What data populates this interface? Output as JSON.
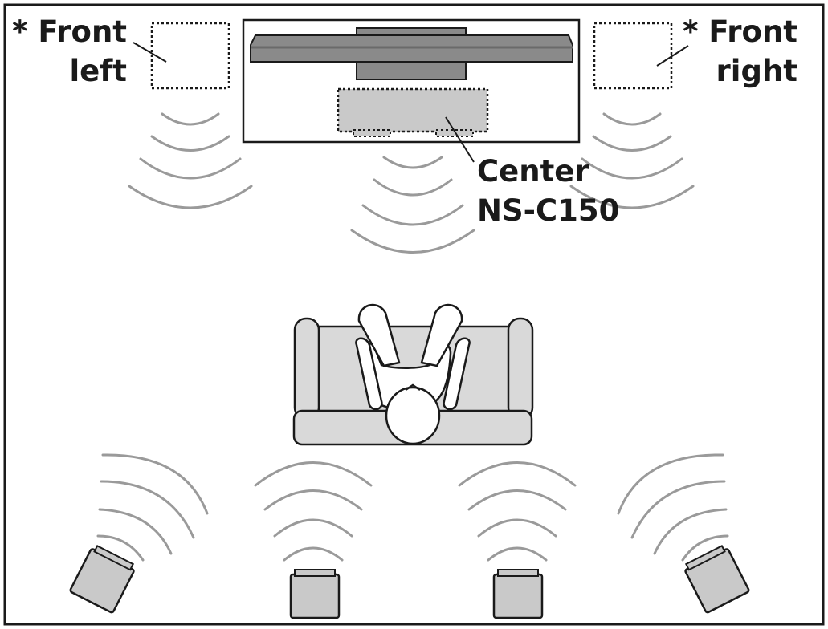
{
  "labels": {
    "front_left_line1": "* Front",
    "front_left_line2": "left",
    "front_right_line1": "* Front",
    "front_right_line2": "right",
    "center_line1": "Center",
    "center_line2": "NS-C150"
  },
  "colors": {
    "frame": "#1a1a1a",
    "speaker_fill": "#c9c9c9",
    "wave": "#9a9a9a",
    "tv_fill": "#8a8a8a",
    "sofa_fill": "#d9d9d9",
    "person_fill": "#ffffff"
  },
  "icons": {
    "front_left": "speaker-placeholder-icon",
    "front_right": "speaker-placeholder-icon",
    "center": "center-speaker-icon",
    "tv": "tv-icon",
    "sofa": "sofa-icon",
    "listener": "person-topdown-icon",
    "surround": "speaker-icon"
  }
}
